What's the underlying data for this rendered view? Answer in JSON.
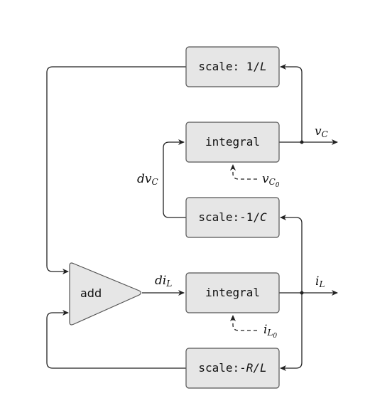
{
  "blocks": {
    "scale_1_over_L": {
      "prefix": "scale: 1/",
      "var": "L"
    },
    "integral_top": {
      "label": "integral"
    },
    "scale_neg_1_over_C": {
      "prefix": "scale:-1/",
      "var": "C"
    },
    "integral_bottom": {
      "label": "integral"
    },
    "scale_neg_R_over_L": {
      "prefix": "scale:-",
      "var": "R/L"
    },
    "adder": {
      "label": "add"
    }
  },
  "signals": {
    "vC": {
      "main": "v",
      "sub": "C"
    },
    "dvC": {
      "main": "dv",
      "sub": "C"
    },
    "vC0": {
      "main": "v",
      "sub": "C",
      "subsub": "0"
    },
    "diL": {
      "main": "di",
      "sub": "L"
    },
    "iL": {
      "main": "i",
      "sub": "L"
    },
    "iL0": {
      "main": "i",
      "sub": "L",
      "subsub": "0"
    }
  }
}
